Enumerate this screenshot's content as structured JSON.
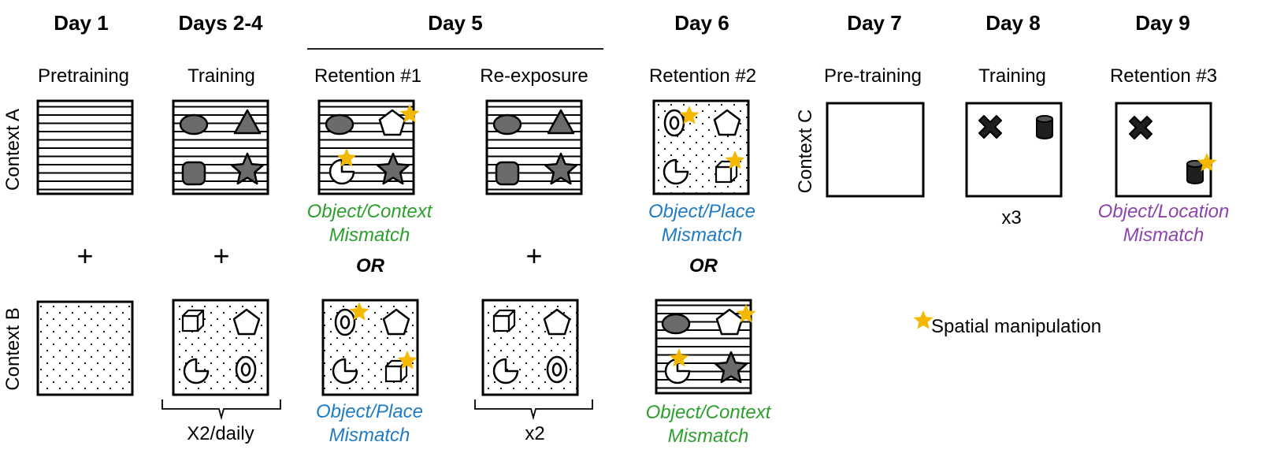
{
  "colors": {
    "object_context": "#2ca02c",
    "object_place": "#1f7bc4",
    "object_location": "#8e44ad",
    "star": "#f5b800",
    "object_fill": "#6b6b6b"
  },
  "days": {
    "d1": "Day 1",
    "d2": "Days 2-4",
    "d5": "Day 5",
    "d6": "Day 6",
    "d7": "Day 7",
    "d8": "Day 8",
    "d9": "Day 9"
  },
  "phases": {
    "p1": "Pretraining",
    "p2": "Training",
    "p3": "Retention #1",
    "p4": "Re-exposure",
    "p5": "Retention #2",
    "p6": "Pre-training",
    "p7": "Training",
    "p8": "Retention #3"
  },
  "contexts": {
    "a": "Context A",
    "b": "Context B",
    "c": "Context C"
  },
  "symbols": {
    "plus": "+",
    "or": "OR"
  },
  "mismatch": {
    "r1_top_line1": "Object/Context",
    "r1_top_line2": "Mismatch",
    "r1_bottom_line1": "Object/Place",
    "r1_bottom_line2": "Mismatch",
    "r2_top_line1": "Object/Place",
    "r2_top_line2": "Mismatch",
    "r2_bottom_line1": "Object/Context",
    "r2_bottom_line2": "Mismatch",
    "r3_line1": "Object/Location",
    "r3_line2": "Mismatch"
  },
  "repeats": {
    "training": "X2/daily",
    "reexposure": "x2",
    "day8": "x3"
  },
  "legend": {
    "label": "Spatial manipulation",
    "icon": "star-icon"
  }
}
